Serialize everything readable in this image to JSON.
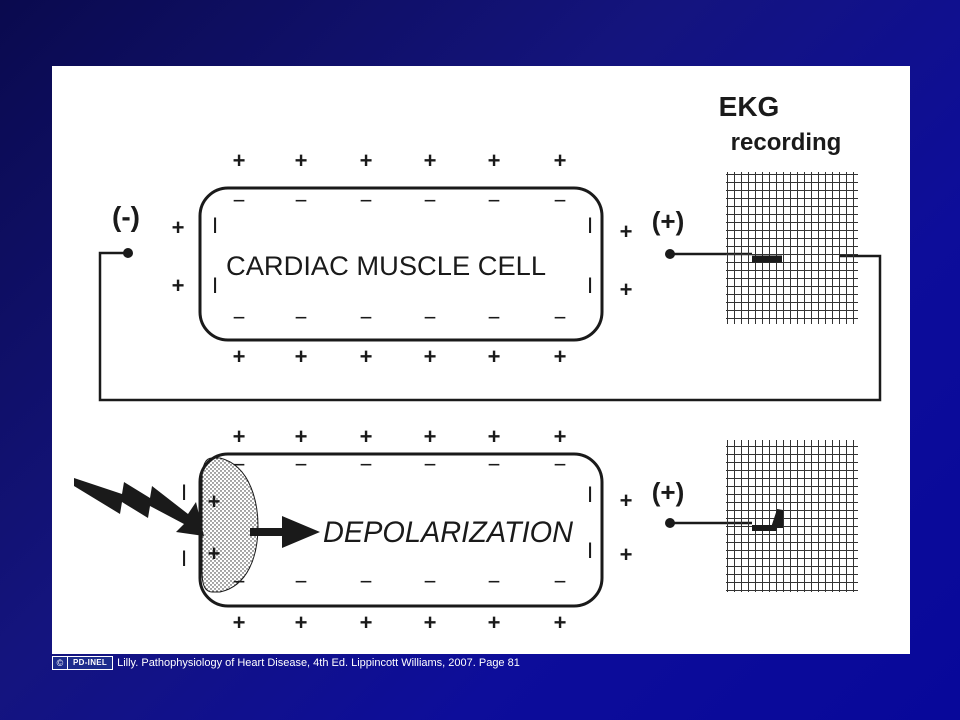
{
  "figure": {
    "ekg_title_line1": "EKG",
    "ekg_title_line2": "recording",
    "negative_electrode_label": "(-)",
    "positive_electrode_label": "(+)",
    "top_cell_label": "CARDIAC MUSCLE CELL",
    "bottom_cell_label": "DEPOLARIZATION",
    "plus_sign": "+",
    "minus_sign": "−",
    "inner_minus_sign": "I"
  },
  "footer": {
    "badge_icon": "©",
    "badge_text": "PD-INEL",
    "citation": "Lilly. Pathophysiology of Heart Disease, 4th Ed. Lippincott Williams, 2007. Page 81"
  },
  "colors": {
    "background": "#0d0d8a",
    "figure_background": "#ffffff",
    "ink": "#1a1a1a"
  }
}
